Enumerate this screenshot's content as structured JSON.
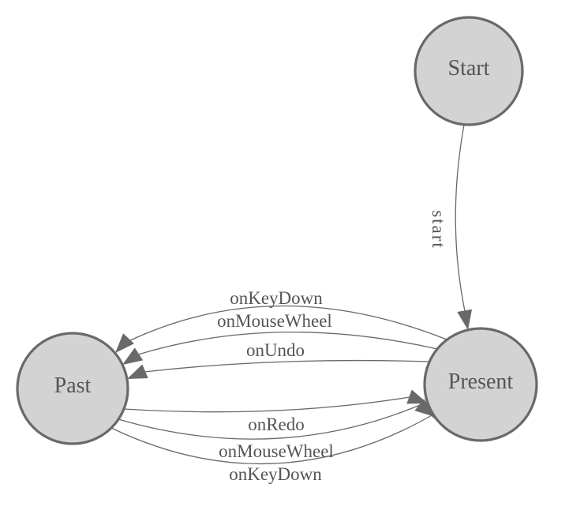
{
  "diagram": {
    "type": "state-machine",
    "background": "#ffffff",
    "nodes": [
      {
        "id": "start",
        "label": "Start"
      },
      {
        "id": "present",
        "label": "Present"
      },
      {
        "id": "past",
        "label": "Past"
      }
    ],
    "edges": [
      {
        "id": "start-to-present",
        "from": "Start",
        "to": "Present",
        "label": "start"
      },
      {
        "id": "present-to-past-keydown",
        "from": "Present",
        "to": "Past",
        "label": "onKeyDown"
      },
      {
        "id": "present-to-past-mousewheel",
        "from": "Present",
        "to": "Past",
        "label": "onMouseWheel"
      },
      {
        "id": "present-to-past-undo",
        "from": "Present",
        "to": "Past",
        "label": "onUndo"
      },
      {
        "id": "past-to-present-redo",
        "from": "Past",
        "to": "Present",
        "label": "onRedo"
      },
      {
        "id": "past-to-present-mousewheel",
        "from": "Past",
        "to": "Present",
        "label": "onMouseWheel"
      },
      {
        "id": "past-to-present-keydown",
        "from": "Past",
        "to": "Present",
        "label": "onKeyDown"
      }
    ]
  },
  "colors": {
    "node_fill": "#d3d3d3",
    "node_stroke": "#696969",
    "edge": "#696969",
    "arrow": "#696969",
    "label": "#54545a"
  }
}
